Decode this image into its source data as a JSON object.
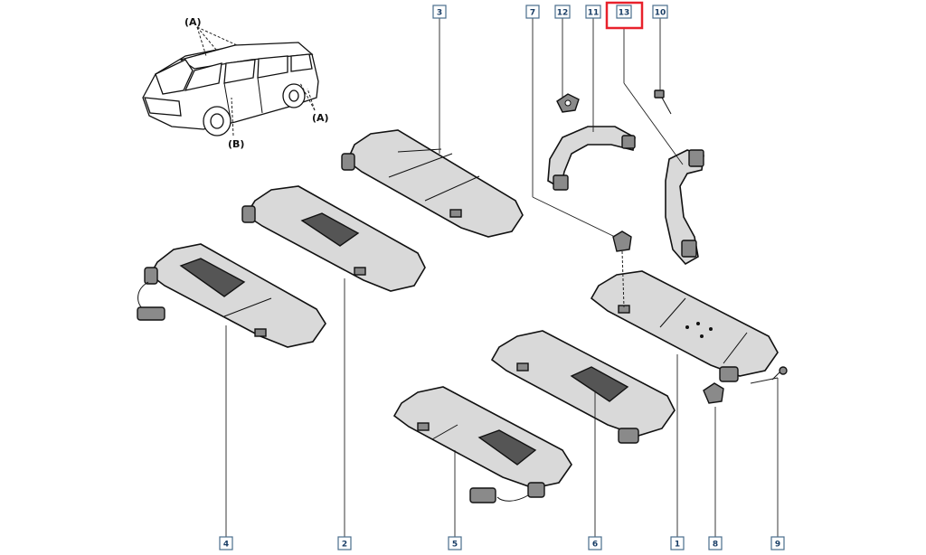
{
  "callouts": {
    "c1": "1",
    "c2": "2",
    "c3": "3",
    "c4": "4",
    "c5": "5",
    "c6": "6",
    "c7": "7",
    "c8": "8",
    "c9": "9",
    "c10": "10",
    "c11": "11",
    "c12": "12",
    "c13": "13"
  },
  "view_labels": {
    "a_top": "(A)",
    "a_side": "(A)",
    "b": "(B)"
  },
  "highlight": {
    "callout": "13",
    "color": "#e8212b"
  },
  "colors": {
    "callout_border": "#4a6d8c",
    "callout_text": "#1a3e66"
  }
}
